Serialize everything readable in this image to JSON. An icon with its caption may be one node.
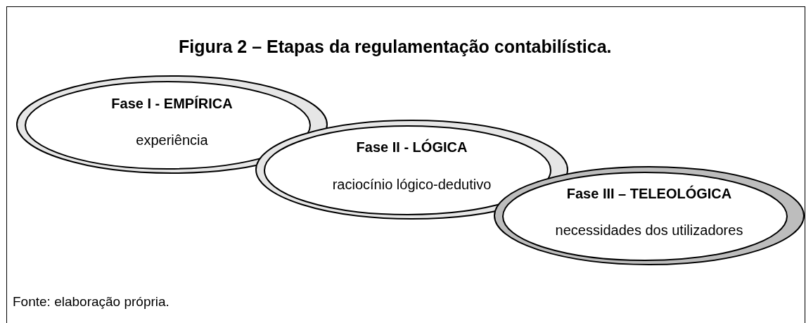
{
  "diagram": {
    "title": "Figura 2 – Etapas da regulamentação contabilística.",
    "caption": "Fonte: elaboração própria.",
    "nodes": [
      {
        "text": [
          "Fase I - EMPÍRICA",
          "experiência"
        ]
      },
      {
        "text": [
          "Fase II - LÓGICA",
          "raciocínio lógico-dedutivo"
        ]
      },
      {
        "text": [
          "Fase III – TELEOLÓGICA",
          "necessidades dos utilizadores"
        ]
      }
    ]
  }
}
